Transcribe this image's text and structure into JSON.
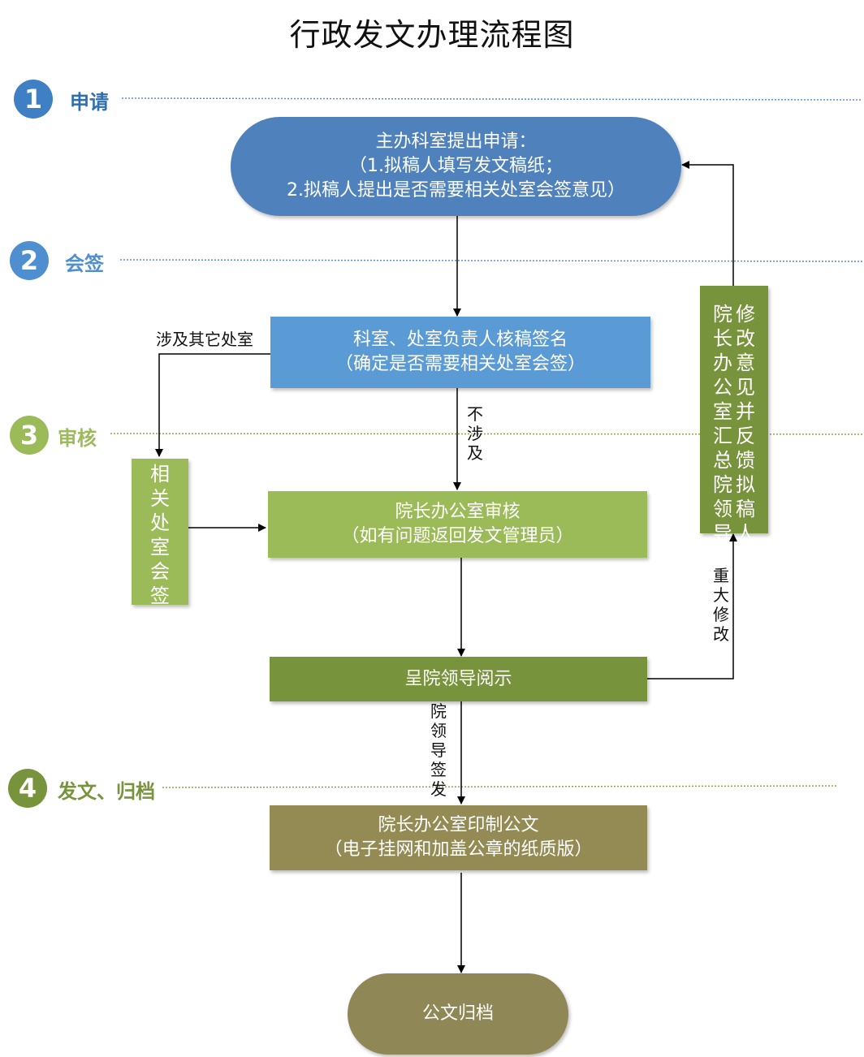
{
  "title": "行政发文办理流程图",
  "colors": {
    "blue_dark": "#4f81bd",
    "blue_light": "#5b9bd5",
    "green_light": "#9bbb59",
    "green_dark": "#77933c",
    "olive": "#948a54",
    "olive_dark": "#8f8756"
  },
  "stages": [
    {
      "number": "1",
      "label": "申请"
    },
    {
      "number": "2",
      "label": "会签"
    },
    {
      "number": "3",
      "label": "审核"
    },
    {
      "number": "4",
      "label": "发文、归档"
    }
  ],
  "nodes": {
    "apply": {
      "line1": "主办科室提出申请：",
      "line2": "（1.拟稿人填写发文稿纸；",
      "line3": "2.拟稿人提出是否需要相关处室会签意见）"
    },
    "review_sign": {
      "line1": "科室、处室负责人核稿签名",
      "line2": "（确定是否需要相关处室会签）"
    },
    "countersign": "相关处室会签",
    "office_review": {
      "line1": "院长办公室审核",
      "line2": "（如有问题返回发文管理员）"
    },
    "leader_review": "呈院领导阅示",
    "revise": {
      "col1": "院长办公室汇总院领导",
      "col2": "修改意见并反馈拟稿人"
    },
    "print": {
      "line1": "院长办公室印制公文",
      "line2": "（电子挂网和加盖公章的纸质版）"
    },
    "archive": "公文归档"
  },
  "edges": {
    "involves_other": "涉及其它处室",
    "not_involved": "不涉及",
    "major_revision": "重大修改",
    "leader_signed": "院领导签发"
  }
}
